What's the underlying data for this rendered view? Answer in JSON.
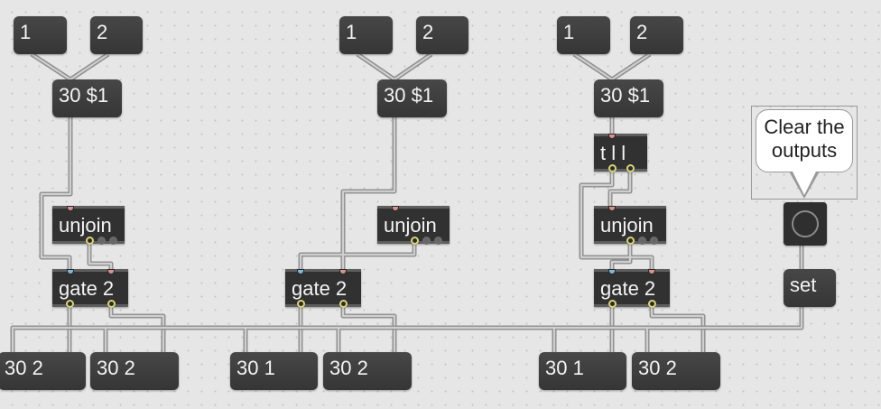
{
  "groups": [
    {
      "msg_a": "1",
      "msg_b": "2",
      "prepend": "30 $1",
      "unjoin": "unjoin",
      "gate": "gate 2",
      "out_a": "30 2",
      "out_b": "30 2"
    },
    {
      "msg_a": "1",
      "msg_b": "2",
      "prepend": "30 $1",
      "unjoin": "unjoin",
      "gate": "gate 2",
      "out_a": "30 1",
      "out_b": "30 2"
    },
    {
      "msg_a": "1",
      "msg_b": "2",
      "prepend": "30 $1",
      "trigger": "t l l",
      "unjoin": "unjoin",
      "gate": "gate 2",
      "out_a": "30 1",
      "out_b": "30 2"
    }
  ],
  "clear": {
    "comment_line1": "Clear the",
    "comment_line2": "outputs",
    "set": "set"
  },
  "colors": {
    "background": "#e6e6e6",
    "box": "#363636",
    "patchcord": "#8e8e8e",
    "inlet_left": "#d8918e",
    "inlet_right": "#7fb8d8",
    "outlet": "#d9d57a"
  }
}
